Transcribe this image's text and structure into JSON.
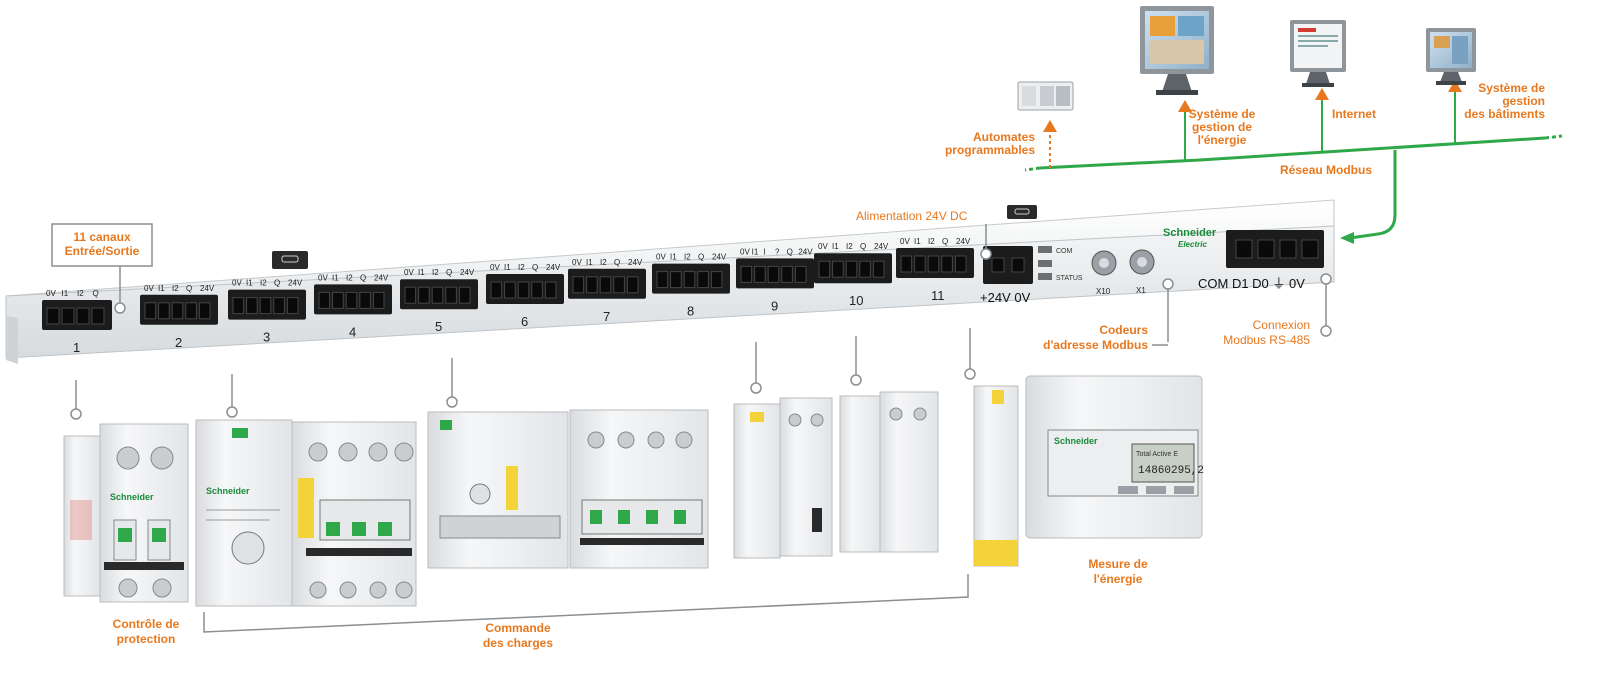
{
  "callouts": {
    "channels": "11 canaux\nEntrée/Sortie",
    "power_supply": "Alimentation 24V DC",
    "plc": "Automates\nprogrammables",
    "energy_system": "Système de\ngestion de\nl'énergie",
    "internet": "Internet",
    "bms": "Système de\ngestion\ndes bâtiments",
    "modbus_network": "Réseau Modbus",
    "address_coders": "Codeurs\nd'adresse Modbus",
    "rs485": "Connexion\nModbus RS-485",
    "protection": "Contrôle de\nprotection",
    "load_control": "Commande\ndes charges",
    "energy_metering": "Mesure de\nl'énergie"
  },
  "module": {
    "channel_pins": [
      "0V",
      "I1",
      "I2",
      "Q",
      "24V"
    ],
    "channel_pins_ch1": [
      "0V",
      "I1",
      "I2",
      "Q"
    ],
    "channel_pins_ch9": [
      "0V",
      "I1",
      "I",
      "?",
      "Q",
      "24V"
    ],
    "channel_numbers": [
      "1",
      "2",
      "3",
      "4",
      "5",
      "6",
      "7",
      "8",
      "9",
      "10",
      "11"
    ],
    "power_label": "+24V 0V",
    "com_led": "COM",
    "status_led": "STATUS",
    "x10": "X10",
    "x1": "X1",
    "bus_label": "COM D1 D0 ⏚ 0V",
    "brand": "Schneider",
    "brand_sub": "Electric"
  },
  "meter": {
    "reading": "14860295,2",
    "screen_header": "Total Active E"
  },
  "colors": {
    "orange": "#e8781e",
    "green_bus": "#2fa84a",
    "schneider_green": "#1a8a3a",
    "module_body": "#eef0f1",
    "connector": "#1c1c1c"
  }
}
